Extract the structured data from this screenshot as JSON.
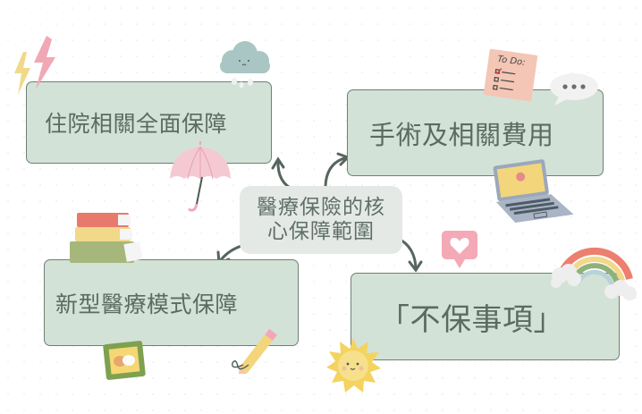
{
  "center_topic": {
    "line1": "醫療保險的核",
    "line2": "心保障範圍"
  },
  "branches": [
    {
      "label": "住院相關全面保障",
      "position": "top-left"
    },
    {
      "label": "手術及相關費用",
      "position": "top-right"
    },
    {
      "label": "新型醫療模式保障",
      "position": "bottom-left"
    },
    {
      "label": "「不保事項」",
      "position": "bottom-right"
    }
  ],
  "stickers": {
    "todo_note": "To Do:",
    "speech_bubble": "•••"
  },
  "colors": {
    "box_fill": "#d3e2d7",
    "box_border": "#6e7f76",
    "text": "#5a6b62",
    "center_fill": "#e4e9e6",
    "arrow": "#56665e"
  }
}
